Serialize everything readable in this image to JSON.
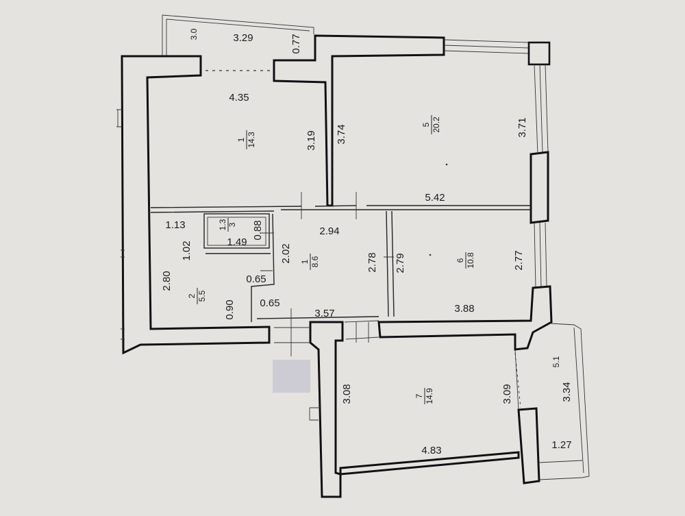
{
  "colors": {
    "paper": "#e4e3df",
    "line": "#111111",
    "patch": "#cdcbd3"
  },
  "rooms": [
    {
      "id": "1",
      "area": "8.6"
    },
    {
      "id": "2",
      "area": "5.5"
    },
    {
      "id": "3",
      "area": "1.3"
    },
    {
      "id": "4",
      "area": "14.3"
    },
    {
      "id": "5",
      "area": "20.2"
    },
    {
      "id": "6",
      "area": "10.8"
    },
    {
      "id": "7",
      "area": "14.9"
    },
    {
      "id": "5.1",
      "area": ""
    }
  ],
  "dimensions": {
    "balcony_top_side": "3.0",
    "balcony_top_length": "3.29",
    "balcony_top_depth": "0.77",
    "room4_width": "4.35",
    "room4_depth": "3.19",
    "room5_left": "3.74",
    "room5_right": "3.71",
    "room5_width": "5.42",
    "room2_top": "1.13",
    "room2_inner": "1.02",
    "room2_depth": "2.80",
    "room2_door": "0.90",
    "room3_width": "1.49",
    "room3_depth": "0.88",
    "room1_left": "2.02",
    "room1_step": "0.65",
    "room1_step_b": "0.65",
    "room1_width": "2.94",
    "room1_depth": "2.78",
    "room1_bottom": "3.57",
    "room6_left": "2.79",
    "room6_right": "2.77",
    "room6_width": "3.88",
    "room7_left": "3.08",
    "room7_right": "3.09",
    "room7_width": "4.83",
    "balcony_right_length": "3.34",
    "balcony_right_width": "1.27"
  }
}
